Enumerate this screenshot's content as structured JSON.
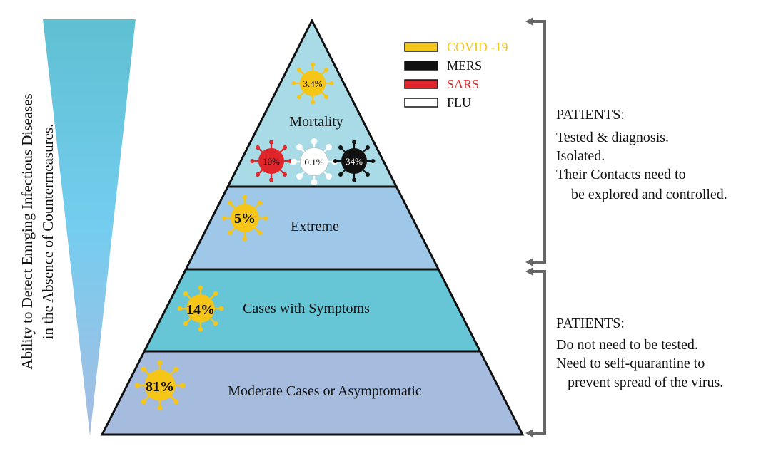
{
  "side_label": {
    "line1": "Ability to Detect Emrging Infectious Diseases",
    "line2": "in the Absence of Countermeasures."
  },
  "legend": [
    {
      "label": "COVID -19",
      "swatch": "#f5c518",
      "text_color": "#f5c518"
    },
    {
      "label": "MERS",
      "swatch": "#111111",
      "text_color": "#111111"
    },
    {
      "label": "SARS",
      "swatch": "#e0262b",
      "text_color": "#e0262b"
    },
    {
      "label": "FLU",
      "swatch": "#ffffff",
      "text_color": "#111111"
    }
  ],
  "pyramid": {
    "mortality": {
      "label": "Mortality",
      "covid": "3.4%",
      "sars": "10%",
      "flu": "0.1%",
      "mers": "34%"
    },
    "extreme": {
      "label": "Extreme",
      "value": "5%"
    },
    "symptoms": {
      "label": "Cases with Symptoms",
      "value": "14%"
    },
    "moderate": {
      "label": "Moderate Cases or Asymptomatic",
      "value": "81%"
    }
  },
  "notes": {
    "upper": {
      "title": "PATIENTS:",
      "lines": [
        "Tested & diagnosis.",
        "Isolated.",
        "Their Contacts need to",
        "be explored and controlled."
      ]
    },
    "lower": {
      "title": "PATIENTS:",
      "lines": [
        "Do not need to be tested.",
        "Need to self-quarantine to",
        "prevent spread of the virus."
      ]
    }
  },
  "colors": {
    "covid": "#f5c518",
    "mers": "#111111",
    "sars": "#e0262b",
    "tier_top": "#a9dbe6",
    "tier_extreme": "#9ec7e8",
    "tier_symptoms": "#66c6d6",
    "tier_moderate": "#a6bcdf",
    "gradient_top": "#5fc0d2",
    "gradient_mid": "#74cdef",
    "gradient_bottom": "#a7bde2",
    "bracket": "#666666"
  }
}
